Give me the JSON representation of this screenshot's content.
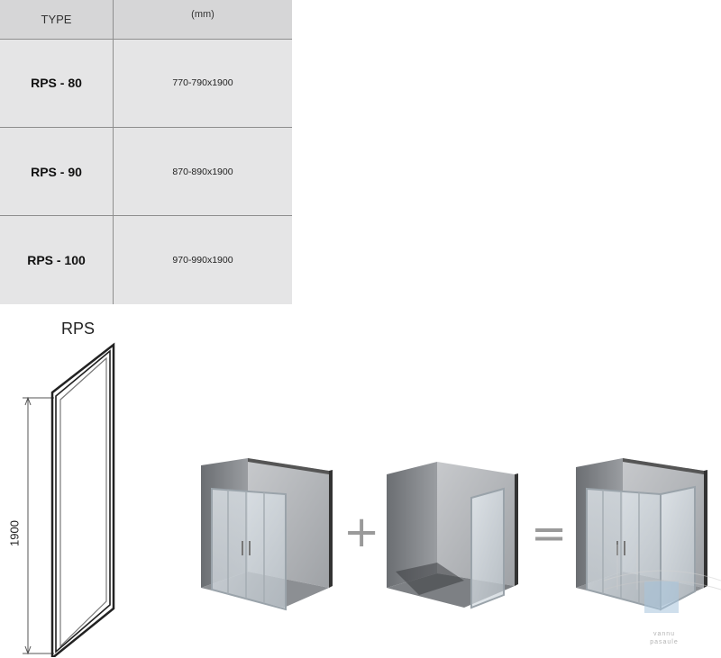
{
  "table": {
    "header": {
      "type": "TYPE",
      "unit": "(mm)"
    },
    "rows": [
      {
        "model": "RPS - 80",
        "size": "770-790x1900"
      },
      {
        "model": "RPS - 90",
        "size": "870-890x1900"
      },
      {
        "model": "RPS - 100",
        "size": "970-990x1900"
      }
    ]
  },
  "diagram": {
    "title": "RPS",
    "height_label": "1900",
    "plus": "+",
    "equals": "="
  },
  "watermark": {
    "text": "vannu pasaule"
  }
}
